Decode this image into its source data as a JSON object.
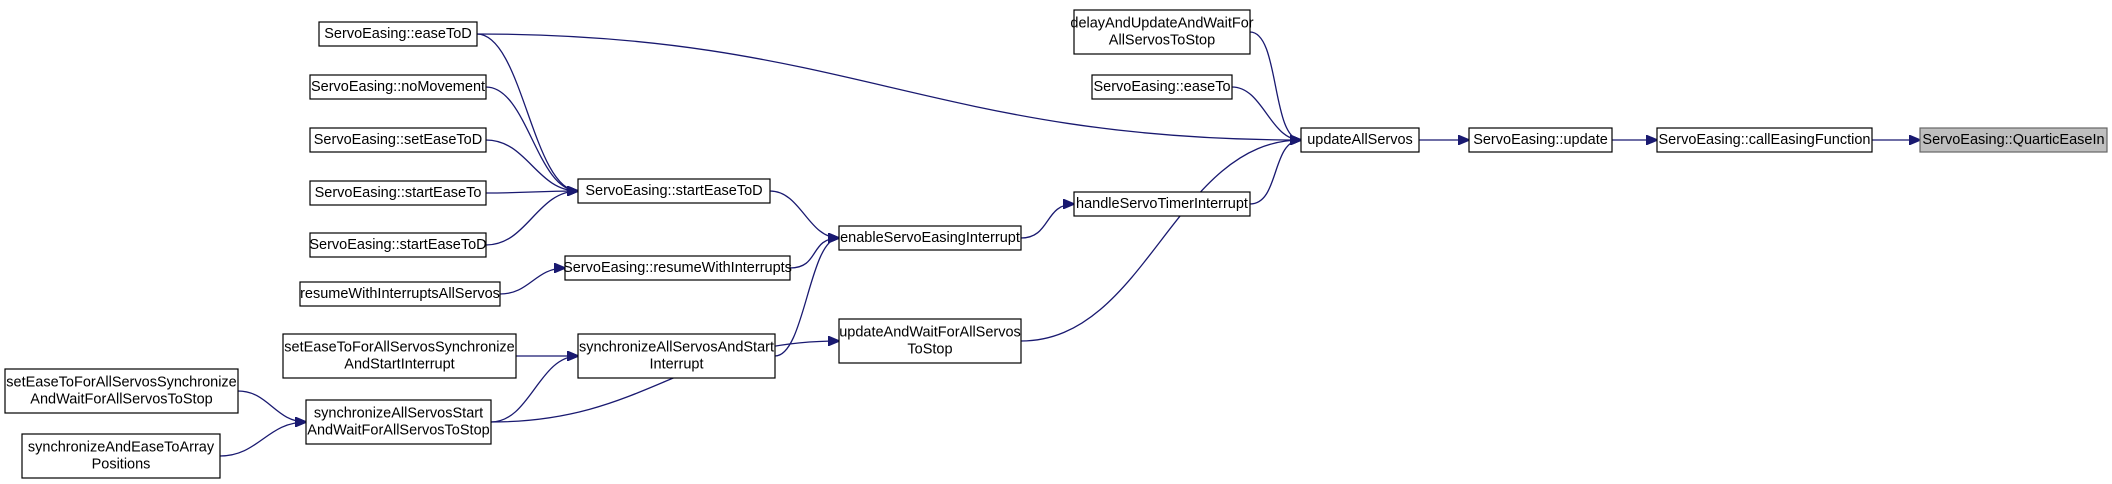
{
  "colors": {
    "edge": "#191970",
    "node_border": "#000000",
    "node_fill": "#ffffff",
    "highlight_fill": "#bfbfbf",
    "highlight_border": "#666666"
  },
  "nodes": {
    "quartic_ease_in": {
      "lines": [
        "ServoEasing::QuarticEaseIn"
      ],
      "highlight": true
    },
    "call_easing_function": {
      "lines": [
        "ServoEasing::callEasingFunction"
      ]
    },
    "update": {
      "lines": [
        "ServoEasing::update"
      ]
    },
    "update_all_servos": {
      "lines": [
        "updateAllServos"
      ]
    },
    "delay_and_update": {
      "lines": [
        "delayAndUpdateAndWaitFor",
        "AllServosToStop"
      ]
    },
    "ease_to": {
      "lines": [
        "ServoEasing::easeTo"
      ]
    },
    "handle_servo_timer": {
      "lines": [
        "handleServoTimerInterrupt"
      ]
    },
    "update_and_wait": {
      "lines": [
        "updateAndWaitForAllServos",
        "ToStop"
      ]
    },
    "ease_to_d_top": {
      "lines": [
        "ServoEasing::easeToD"
      ]
    },
    "enable_interrupt": {
      "lines": [
        "enableServoEasingInterrupt"
      ]
    },
    "start_ease_to_d_mid": {
      "lines": [
        "ServoEasing::startEaseToD"
      ]
    },
    "resume_with_interrupts": {
      "lines": [
        "ServoEasing::resumeWithInterrupts"
      ]
    },
    "sync_all_start_interrupt": {
      "lines": [
        "synchronizeAllServosAndStart",
        "Interrupt"
      ]
    },
    "no_movement": {
      "lines": [
        "ServoEasing::noMovement"
      ]
    },
    "set_ease_to_d": {
      "lines": [
        "ServoEasing::setEaseToD"
      ]
    },
    "start_ease_to": {
      "lines": [
        "ServoEasing::startEaseTo"
      ]
    },
    "start_ease_to_d_left": {
      "lines": [
        "ServoEasing::startEaseToD"
      ]
    },
    "resume_all_servos": {
      "lines": [
        "resumeWithInterruptsAllServos"
      ]
    },
    "set_ease_to_for_all_sync_start": {
      "lines": [
        "setEaseToForAllServosSynchronize",
        "AndStartInterrupt"
      ]
    },
    "sync_all_start_wait": {
      "lines": [
        "synchronizeAllServosStart",
        "AndWaitForAllServosToStop"
      ]
    },
    "set_ease_to_for_all_sync_wait": {
      "lines": [
        "setEaseToForAllServosSynchronize",
        "AndWaitForAllServosToStop"
      ]
    },
    "sync_and_ease_to_array": {
      "lines": [
        "synchronizeAndEaseToArray",
        "Positions"
      ]
    }
  },
  "edges": [
    {
      "from": "call_easing_function",
      "to": "quartic_ease_in"
    },
    {
      "from": "update",
      "to": "call_easing_function"
    },
    {
      "from": "update_all_servos",
      "to": "update"
    },
    {
      "from": "delay_and_update",
      "to": "update_all_servos"
    },
    {
      "from": "ease_to",
      "to": "update_all_servos"
    },
    {
      "from": "ease_to_d_top",
      "to": "update_all_servos"
    },
    {
      "from": "handle_servo_timer",
      "to": "update_all_servos"
    },
    {
      "from": "update_and_wait",
      "to": "update_all_servos"
    },
    {
      "from": "enable_interrupt",
      "to": "handle_servo_timer"
    },
    {
      "from": "start_ease_to_d_mid",
      "to": "enable_interrupt"
    },
    {
      "from": "resume_with_interrupts",
      "to": "enable_interrupt"
    },
    {
      "from": "sync_all_start_interrupt",
      "to": "enable_interrupt"
    },
    {
      "from": "ease_to_d_top",
      "to": "start_ease_to_d_mid"
    },
    {
      "from": "no_movement",
      "to": "start_ease_to_d_mid"
    },
    {
      "from": "set_ease_to_d",
      "to": "start_ease_to_d_mid"
    },
    {
      "from": "start_ease_to",
      "to": "start_ease_to_d_mid"
    },
    {
      "from": "start_ease_to_d_left",
      "to": "start_ease_to_d_mid"
    },
    {
      "from": "resume_all_servos",
      "to": "resume_with_interrupts"
    },
    {
      "from": "set_ease_to_for_all_sync_start",
      "to": "sync_all_start_interrupt"
    },
    {
      "from": "sync_all_start_wait",
      "to": "sync_all_start_interrupt"
    },
    {
      "from": "sync_all_start_wait",
      "to": "update_and_wait"
    },
    {
      "from": "set_ease_to_for_all_sync_wait",
      "to": "sync_all_start_wait"
    },
    {
      "from": "sync_and_ease_to_array",
      "to": "sync_all_start_wait"
    }
  ]
}
